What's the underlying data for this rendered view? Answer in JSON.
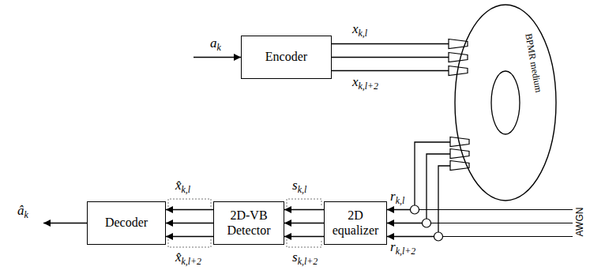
{
  "diagram": {
    "nodes": [
      {
        "text": [
          "Encoder"
        ]
      },
      {
        "text": [
          "BPMR medium"
        ]
      },
      {
        "text": [
          "Decoder"
        ]
      },
      {
        "text": [
          "2D-VB Detector"
        ]
      },
      {
        "text": [
          "2D equalizer"
        ]
      }
    ],
    "edges": [
      {
        "from": 0,
        "to": 1,
        "arrow": "none"
      },
      {
        "from": 0,
        "to": 1,
        "arrow": "none"
      },
      {
        "from": 0,
        "to": 1,
        "arrow": "none"
      },
      {
        "from": 1,
        "to": 4,
        "arrow": "to"
      },
      {
        "from": 1,
        "to": 4,
        "arrow": "to"
      },
      {
        "from": 1,
        "to": 4,
        "arrow": "to"
      },
      {
        "from": 4,
        "to": 3,
        "arrow": "to"
      },
      {
        "from": 4,
        "to": 3,
        "arrow": "to"
      },
      {
        "from": 4,
        "to": 3,
        "arrow": "to"
      },
      {
        "from": 3,
        "to": 2,
        "arrow": "to"
      },
      {
        "from": 3,
        "to": 2,
        "arrow": "to"
      },
      {
        "from": 3,
        "to": 2,
        "arrow": "to"
      }
    ],
    "labels": [
      "ak",
      "xk,l",
      "xk,l+2",
      "âk",
      "x̂k,l",
      "sk,l",
      "rk,l",
      "x̂k,l+2",
      "sk,l+2",
      "rk,l+2",
      "AWGN"
    ]
  }
}
